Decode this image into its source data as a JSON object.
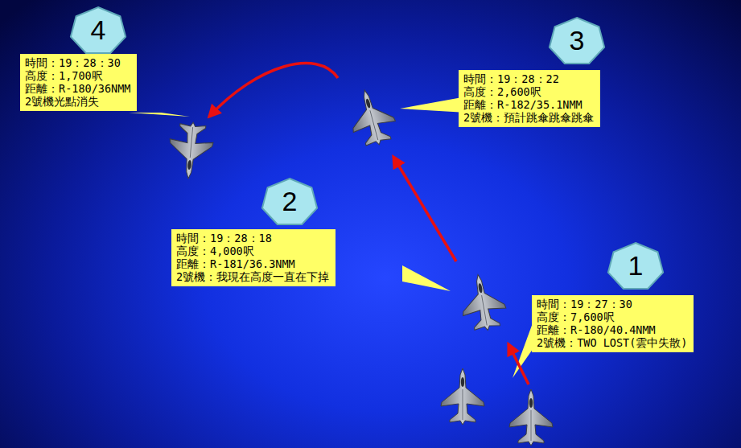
{
  "diagram": {
    "nodes": [
      {
        "text": [
          "4"
        ]
      },
      {
        "text": [
          "時間：19：28：30",
          "高度：1,700呎",
          "距離：R-180/36NMM",
          "2號機光點消失"
        ]
      },
      {
        "text": [
          "3"
        ]
      },
      {
        "text": [
          "時間：19：28：22",
          "高度：2,600呎",
          "距離：R-182/35.1NMM",
          "2號機：預計跳傘跳傘跳傘"
        ]
      },
      {
        "text": [
          "2"
        ]
      },
      {
        "text": [
          "時間：19：28：18",
          "高度：4,000呎",
          "距離：R-181/36.3NMM",
          "2號機：我現在高度一直在下掉"
        ]
      },
      {
        "text": [
          "1"
        ]
      },
      {
        "text": [
          "時間：19：27：30",
          "高度：7,600呎",
          "距離：R-180/40.4NMM",
          "2號機：TWO LOST(雲中失散)"
        ]
      }
    ]
  }
}
